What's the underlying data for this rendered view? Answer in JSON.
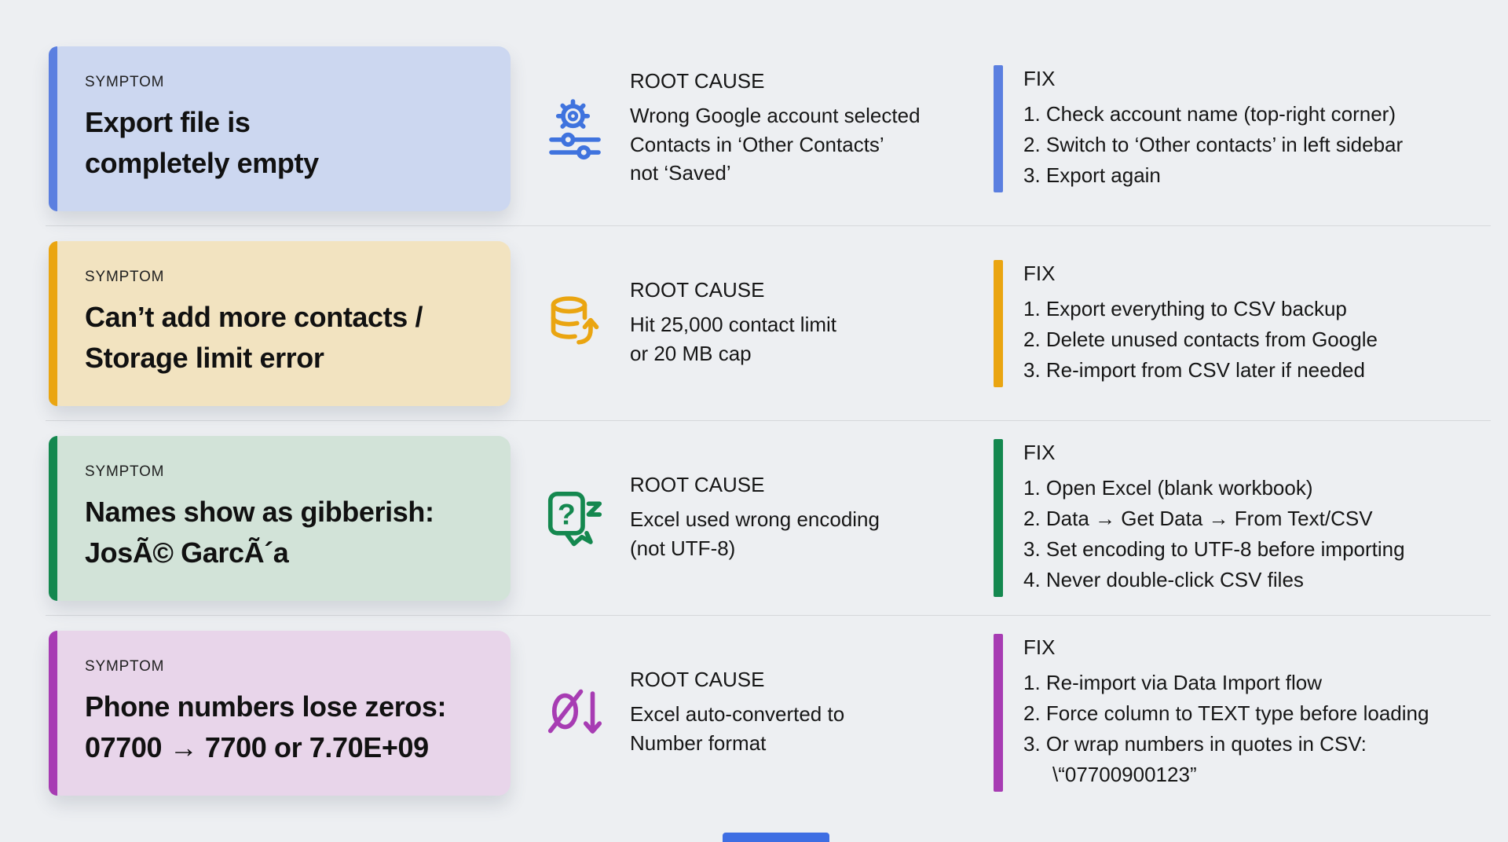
{
  "page": {
    "background": "#edeff2",
    "bottom_strip_color": "#3e6ee3"
  },
  "rows": [
    {
      "symptom": {
        "label": "SYMPTOM",
        "title": "Export file is\ncompletely empty",
        "accent_color": "#5b7fe0",
        "card_bg": "#ccd7f0"
      },
      "cause": {
        "label": "ROOT CAUSE",
        "icon": "settings-sliders-icon",
        "icon_color": "#3f73de",
        "text": "Wrong Google account selected\nContacts in ‘Other Contacts’\nnot ‘Saved’"
      },
      "fix": {
        "label": "FIX",
        "bar_color": "#5b7fe0",
        "items": [
          "1. Check account name (top-right corner)",
          "2. Switch to ‘Other contacts’ in left sidebar",
          "3. Export again"
        ]
      }
    },
    {
      "symptom": {
        "label": "SYMPTOM",
        "title": "Can’t add more contacts /\nStorage limit error",
        "accent_color": "#eaa511",
        "card_bg": "#f2e3c0"
      },
      "cause": {
        "label": "ROOT CAUSE",
        "icon": "database-limit-icon",
        "icon_color": "#eaa511",
        "text": "Hit 25,000 contact limit\nor 20 MB cap"
      },
      "fix": {
        "label": "FIX",
        "bar_color": "#eaa511",
        "items": [
          "1. Export everything to CSV backup",
          "2. Delete unused contacts from Google",
          "3. Re-import from CSV later if needed"
        ]
      }
    },
    {
      "symptom": {
        "label": "SYMPTOM",
        "title": "Names show as gibberish:\nJosÃ© GarcÃ´a",
        "accent_color": "#14884f",
        "card_bg": "#d2e3d8"
      },
      "cause": {
        "label": "ROOT CAUSE",
        "icon": "encoding-question-icon",
        "icon_color": "#14884f",
        "text": "Excel used wrong encoding\n(not UTF-8)"
      },
      "fix": {
        "label": "FIX",
        "bar_color": "#14884f",
        "items": [
          "1. Open Excel (blank workbook)",
          "2. Data → Get Data → From Text/CSV",
          "3. Set encoding to UTF-8 before importing",
          "4. Never double-click CSV files"
        ]
      }
    },
    {
      "symptom": {
        "label": "SYMPTOM",
        "title": "Phone numbers lose zeros:\n07700 → 7700 or 7.70E+09",
        "accent_color": "#a73cb3",
        "card_bg": "#e8d5ea"
      },
      "cause": {
        "label": "ROOT CAUSE",
        "icon": "zero-slash-icon",
        "icon_color": "#a73cb3",
        "text": "Excel auto-converted to\nNumber format"
      },
      "fix": {
        "label": "FIX",
        "bar_color": "#a73cb3",
        "items": [
          "1. Re-import via Data Import flow",
          "2. Force column to TEXT type before loading",
          "3. Or wrap numbers in quotes in CSV:\n\\“07700900123”"
        ]
      }
    }
  ]
}
